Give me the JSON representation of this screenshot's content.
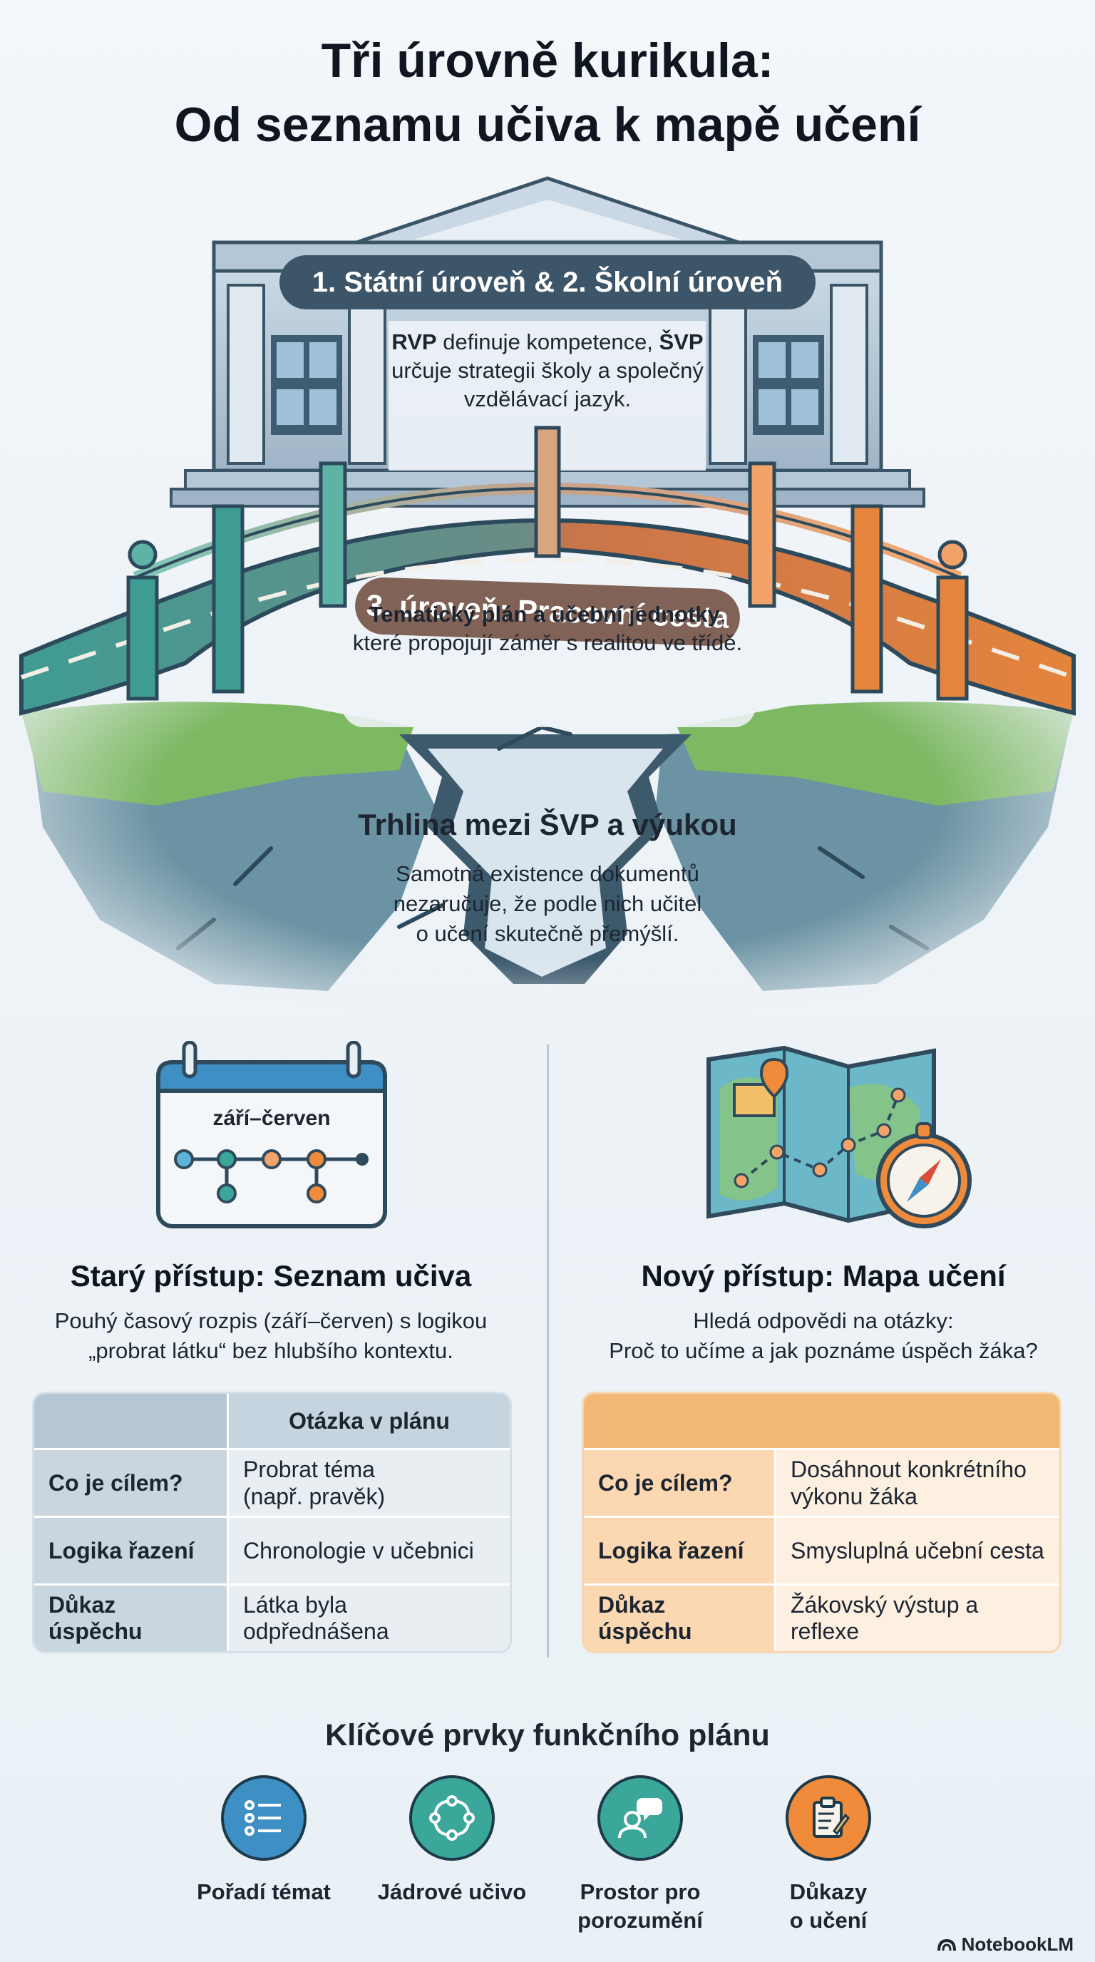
{
  "title": {
    "line1": "Tři úrovně kurikula:",
    "line2": "Od seznamu učiva k mapě učení"
  },
  "hero": {
    "level12": {
      "pill": "1. Státní úroveň & 2. Školní úroveň",
      "desc_b1": "RVP",
      "desc_t1": " definuje kompetence, ",
      "desc_b2": "ŠVP",
      "desc_t2": "určuje strategii školy a společný",
      "desc_t3": "vzdělávací jazyk."
    },
    "level3": {
      "pill": "3. úroveň: Pracovní cesta",
      "desc_b": "Tematický plán a učební jednotky",
      "desc_t1": ",",
      "desc_t2": "které propojují záměr s realitou ve třídě."
    },
    "gap": {
      "title": "Trhlina mezi ŠVP a výukou",
      "line1": "Samotná existence dokumentů",
      "line2": "nezaručuje, že podle nich učitel",
      "line3": "o učení skutečně přemýšlí."
    }
  },
  "old": {
    "calendar_label": "září–červen",
    "title": "Starý přístup: Seznam učiva",
    "desc1": "Pouhý časový rozpis (září–červen) s logikou",
    "desc2": "„probrat látku“ bez hlubšího kontextu.",
    "table": {
      "header": "Otázka v plánu",
      "rows": [
        {
          "label": "Co je cílem?",
          "value1": "Probrat téma",
          "value2": "(např. pravěk)"
        },
        {
          "label": "Logika řazení",
          "value1": "Chronologie v učebnici",
          "value2": ""
        },
        {
          "label": "Důkaz úspěchu",
          "value1": "Látka byla odpřednášena",
          "value2": ""
        }
      ]
    }
  },
  "new": {
    "title": "Nový přístup: Mapa učení",
    "desc1": "Hledá odpovědi na otázky:",
    "desc2": "Proč to učíme a jak poznáme úspěch žáka?",
    "table": {
      "rows": [
        {
          "label": "Co je cílem?",
          "value1": "Dosáhnout konkrétního",
          "value2": "výkonu žáka"
        },
        {
          "label": "Logika řazení",
          "value1": "Smysluplná učební cesta",
          "value2": ""
        },
        {
          "label": "Důkaz úspěchu",
          "value1": "Žákovský výstup a reflexe",
          "value2": ""
        }
      ]
    }
  },
  "key": {
    "title": "Klíčové prvky funkčního plánu",
    "items": [
      {
        "line1": "Pořadí témat",
        "line2": "",
        "icon": "list-icon",
        "color": "#3d8fc4"
      },
      {
        "line1": "Jádrové učivo",
        "line2": "",
        "icon": "network-icon",
        "color": "#3aa79a"
      },
      {
        "line1": "Prostor pro",
        "line2": "porozumění",
        "icon": "discussion-icon",
        "color": "#3aa79a"
      },
      {
        "line1": "Důkazy",
        "line2": "o učení",
        "icon": "clipboard-icon",
        "color": "#ef8b3a"
      }
    ]
  },
  "brand": "NotebookLM",
  "colors": {
    "teal": "#3aa79a",
    "orange": "#e5833b",
    "navy": "#2f4a5c"
  }
}
